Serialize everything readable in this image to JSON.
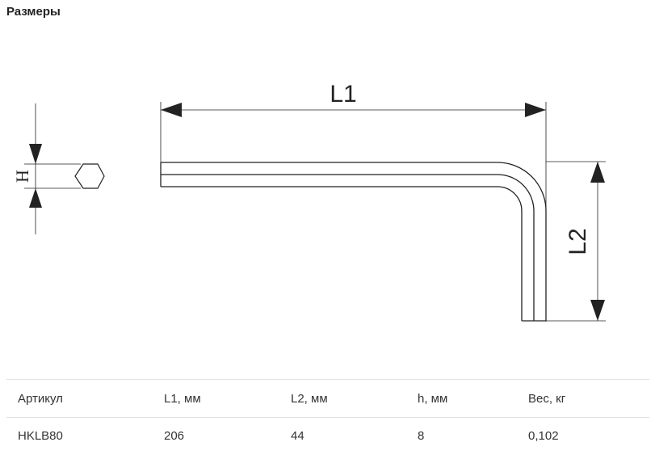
{
  "title": "Размеры",
  "diagram": {
    "labels": {
      "l1": "L1",
      "l2": "L2",
      "h": "H"
    }
  },
  "table": {
    "headers": [
      "Артикул",
      "L1, мм",
      "L2, мм",
      "h, мм",
      "Вес, кг"
    ],
    "rows": [
      [
        "HKLB80",
        "206",
        "44",
        "8",
        "0,102"
      ]
    ]
  },
  "colors": {
    "line": "#222222",
    "text": "#222222",
    "divider": "#e2e2e2"
  }
}
